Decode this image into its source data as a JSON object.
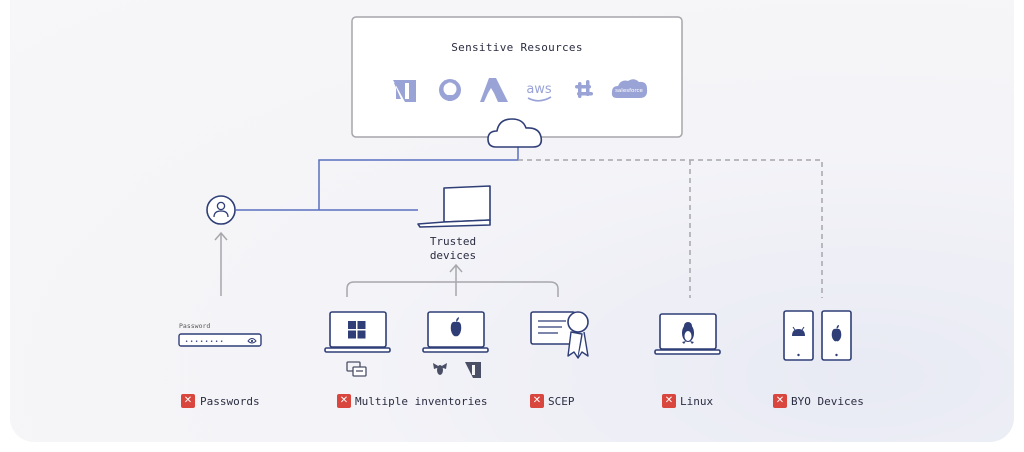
{
  "resources": {
    "title": "Sensitive Resources",
    "icons": [
      "jamf-icon",
      "github-icon",
      "azure-icon",
      "aws-icon",
      "slack-icon",
      "salesforce-icon"
    ],
    "aws_text": "aws",
    "salesforce_text": "salesforce"
  },
  "trusted_devices": {
    "line1": "Trusted",
    "line2": "devices"
  },
  "password_field": {
    "label": "Password",
    "mask": "• • • • • • • •"
  },
  "categories": [
    {
      "label": "Passwords"
    },
    {
      "label": "Multiple inventories"
    },
    {
      "label": "SCEP"
    },
    {
      "label": "Linux"
    },
    {
      "label": "BYO Devices"
    }
  ],
  "colors": {
    "navy": "#2f3e77",
    "muted_icon": "#9aa3d6",
    "line_gray": "#a6a6ab",
    "blue_line": "#5a6fc0",
    "x_red": "#d9463e"
  }
}
